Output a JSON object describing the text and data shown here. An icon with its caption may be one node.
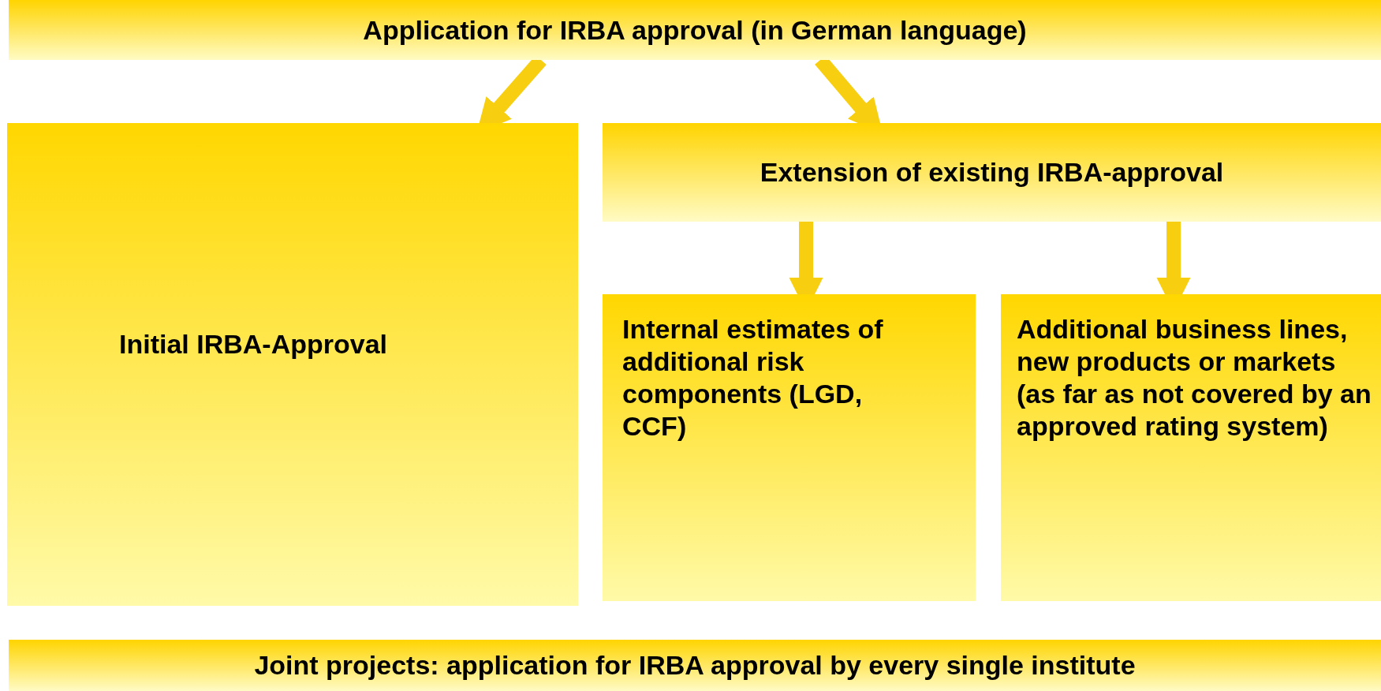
{
  "diagram": {
    "nodes": [
      {
        "text": [
          "Application for IRBA approval (in German language)"
        ]
      },
      {
        "text": [
          "Initial IRBA-Approval"
        ]
      },
      {
        "text": [
          "Extension of existing IRBA-approval"
        ]
      },
      {
        "text": [
          "Internal estimates of additional risk components (LGD, CCF)"
        ]
      },
      {
        "text": [
          "Additional business lines, new products or markets",
          "(as far as not covered by an approved rating system)"
        ]
      },
      {
        "text": [
          "Joint projects: application for IRBA approval by every single institute"
        ]
      }
    ],
    "edges": [
      {
        "from": 0,
        "to": 1,
        "arrow": "to"
      },
      {
        "from": 0,
        "to": 2,
        "arrow": "to"
      },
      {
        "from": 2,
        "to": 3,
        "arrow": "to"
      },
      {
        "from": 2,
        "to": 4,
        "arrow": "to"
      }
    ]
  }
}
